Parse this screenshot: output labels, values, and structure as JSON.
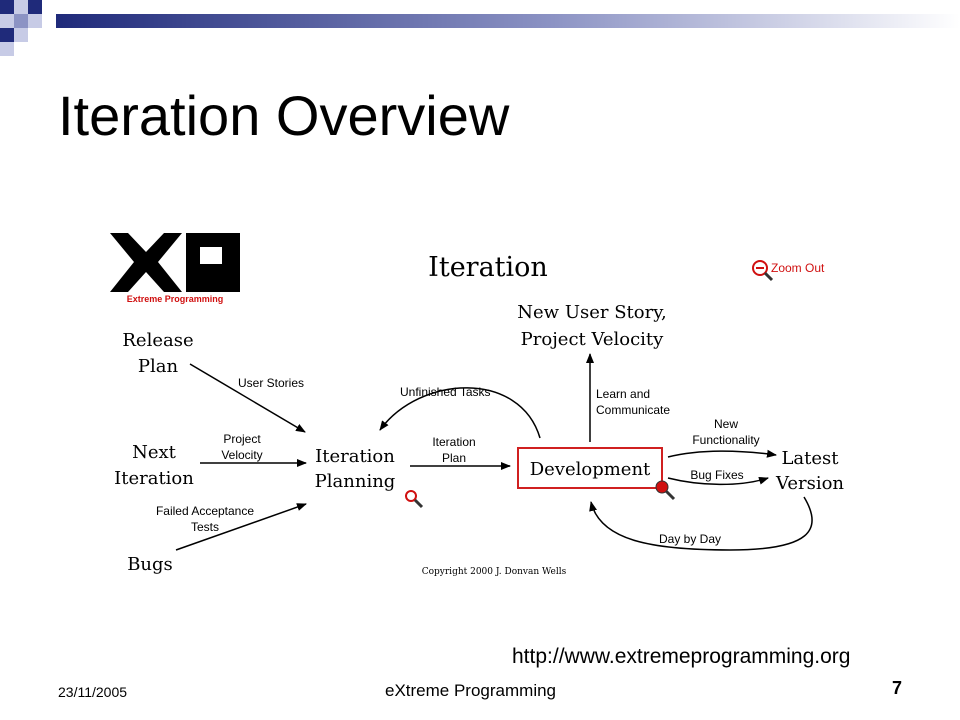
{
  "slide": {
    "title": "Iteration Overview",
    "url": "http://www.extremeprogramming.org",
    "footer_date": "23/11/2005",
    "footer_center": "eXtreme Programming",
    "page_number": "7"
  },
  "diagram": {
    "title": "Iteration",
    "zoom_label": "Zoom Out",
    "logo_caption": "Extreme Programming",
    "nodes": {
      "release_plan": [
        "Release",
        "Plan"
      ],
      "next_iteration": [
        "Next",
        "Iteration"
      ],
      "bugs": "Bugs",
      "iteration_planning": [
        "Iteration",
        "Planning"
      ],
      "development": "Development",
      "new_user_story": [
        "New User Story,",
        "Project Velocity"
      ],
      "latest_version": [
        "Latest",
        "Version"
      ]
    },
    "edges": {
      "user_stories": "User Stories",
      "project_velocity": [
        "Project",
        "Velocity"
      ],
      "failed_acceptance": [
        "Failed Acceptance",
        "Tests"
      ],
      "unfinished_tasks": "Unfinished Tasks",
      "iteration_plan": [
        "Iteration",
        "Plan"
      ],
      "learn_communicate": [
        "Learn and",
        "Communicate"
      ],
      "new_functionality": [
        "New",
        "Functionality"
      ],
      "bug_fixes": "Bug Fixes",
      "day_by_day": "Day by Day"
    },
    "copyright": "Copyright 2000 J. Donvan Wells"
  },
  "colors": {
    "accent_navy": "#1f2a7a",
    "logo_red": "#d01010",
    "development_border": "#d02020"
  },
  "icons": [
    "xp-logo-icon",
    "zoom-out-icon",
    "magnifier-icon"
  ]
}
